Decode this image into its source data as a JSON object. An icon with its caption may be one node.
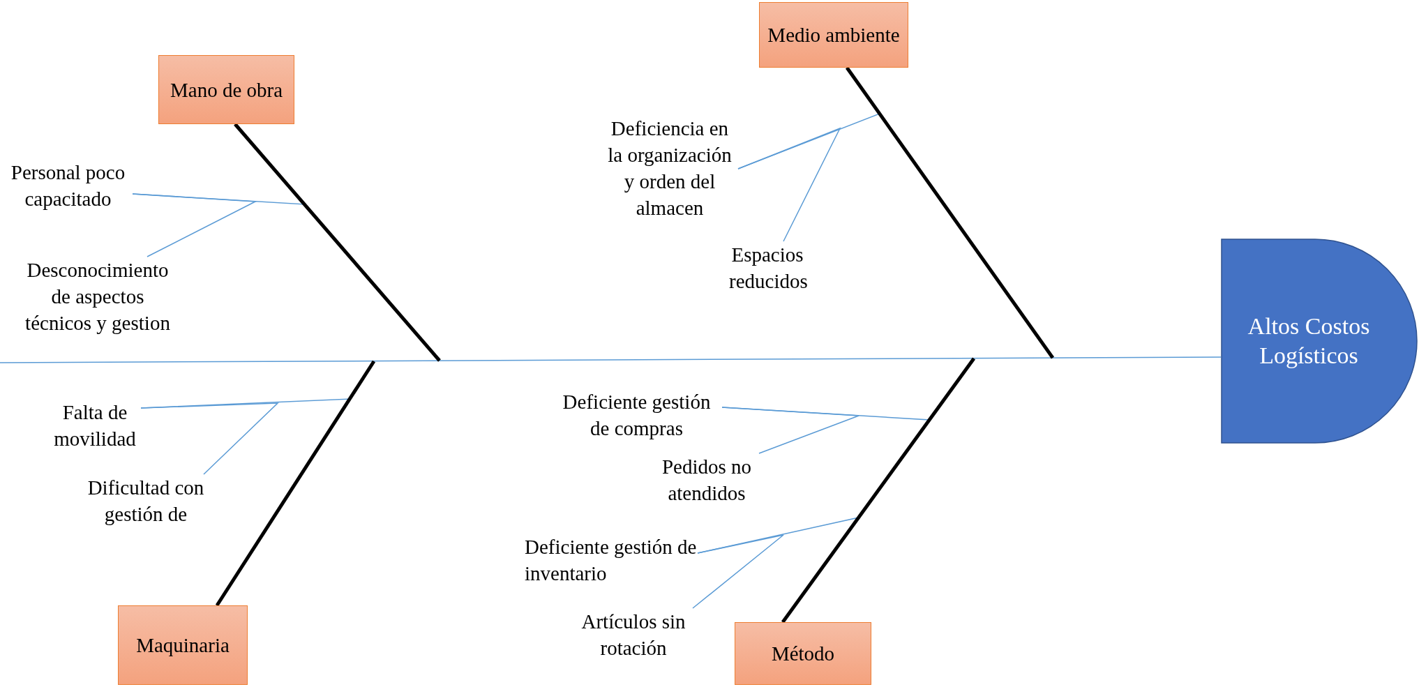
{
  "diagram": {
    "nodes": [
      {
        "text": [
          "Mano de obra"
        ]
      },
      {
        "text": [
          "Personal poco capacitado"
        ]
      },
      {
        "text": [
          "Desconocimiento de aspectos técnicos y gestion"
        ]
      },
      {
        "text": [
          "Medio ambiente"
        ]
      },
      {
        "text": [
          "Deficiencia en la organización y orden del almacen"
        ]
      },
      {
        "text": [
          "Espacios reducidos"
        ]
      },
      {
        "text": [
          "Altos Costos Logísticos"
        ]
      },
      {
        "text": [
          "Maquinaria"
        ]
      },
      {
        "text": [
          "Falta de movilidad"
        ]
      },
      {
        "text": [
          "Dificultad con gestión de"
        ]
      },
      {
        "text": [
          "Método"
        ]
      },
      {
        "text": [
          "Deficiente gestión de compras"
        ]
      },
      {
        "text": [
          "Pedidos no atendidos"
        ]
      },
      {
        "text": [
          "Deficiente gestión de inventario"
        ]
      },
      {
        "text": [
          "Artículos sin rotación"
        ]
      }
    ],
    "edges": [
      {
        "from": 0,
        "to": null,
        "arrow": "none",
        "style": "thick",
        "color": "#000000"
      },
      {
        "from": 1,
        "to": 0,
        "arrow": "none"
      },
      {
        "from": 2,
        "to": 1,
        "arrow": "none"
      },
      {
        "from": 3,
        "to": null,
        "arrow": "none",
        "style": "thick",
        "color": "#000000"
      },
      {
        "from": 4,
        "to": 3,
        "arrow": "none"
      },
      {
        "from": 5,
        "to": 4,
        "arrow": "none"
      },
      {
        "from": null,
        "to": 6,
        "arrow": "none"
      },
      {
        "from": 7,
        "to": null,
        "arrow": "none",
        "style": "thick",
        "color": "#000000"
      },
      {
        "from": 8,
        "to": 7,
        "arrow": "none"
      },
      {
        "from": 9,
        "to": 8,
        "arrow": "none"
      },
      {
        "from": 10,
        "to": null,
        "arrow": "none",
        "style": "thick",
        "color": "#000000"
      },
      {
        "from": 11,
        "to": 10,
        "arrow": "none"
      },
      {
        "from": 12,
        "to": 11,
        "arrow": "none"
      },
      {
        "from": 13,
        "to": 10,
        "arrow": "none"
      },
      {
        "from": 14,
        "to": 13,
        "arrow": "none"
      }
    ]
  }
}
